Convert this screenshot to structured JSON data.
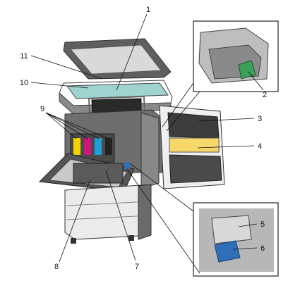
{
  "figure": {
    "callouts": [
      {
        "number": "1"
      },
      {
        "number": "2"
      },
      {
        "number": "3"
      },
      {
        "number": "4"
      },
      {
        "number": "5"
      },
      {
        "number": "6"
      },
      {
        "number": "7"
      },
      {
        "number": "8"
      },
      {
        "number": "9"
      },
      {
        "number": "10"
      },
      {
        "number": "11"
      }
    ],
    "colors": {
      "glass": "#9fd3cf",
      "highlight": "#3a8fc8",
      "lever_green": "#3aa05a",
      "lever_blue": "#2f6fb8",
      "toner_yellow": "#f2d200",
      "toner_magenta": "#d0147a",
      "toner_cyan": "#1f9fd8",
      "toner_black": "#222222",
      "body_dark": "#6e6e6e",
      "body_light": "#e8e8e8"
    }
  }
}
